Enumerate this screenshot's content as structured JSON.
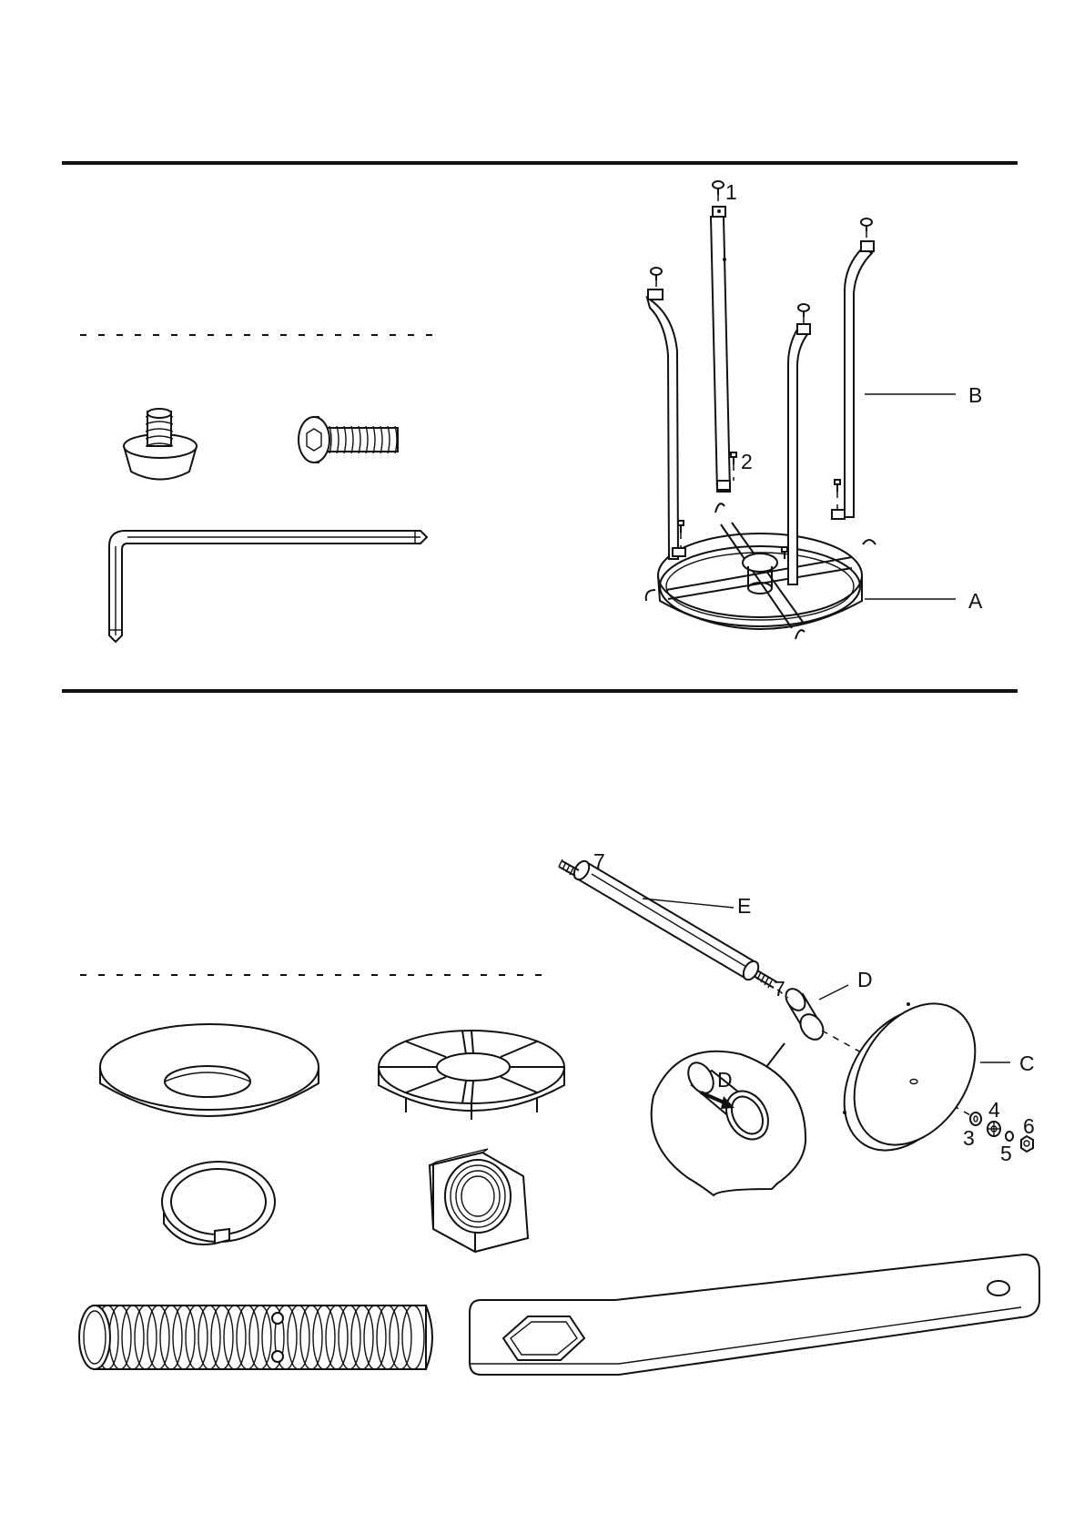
{
  "step1": {
    "callouts": {
      "screw_top": "1",
      "screw_bottom": "2",
      "leg": "B",
      "ring": "A"
    },
    "hardware": [
      "rubber-foot",
      "hex-socket-screw",
      "allen-key"
    ]
  },
  "step2": {
    "callouts": {
      "rod": "E",
      "stud_top": "7",
      "stud_bottom": "7",
      "sleeve": "D",
      "sleeve_detail": "D",
      "disc": "C",
      "washer": "3",
      "lock_washer": "4",
      "spring_washer": "5",
      "nut": "6"
    },
    "hardware": [
      "flat-washer",
      "star-lock-washer",
      "split-ring-washer",
      "hex-nut",
      "threaded-rod",
      "hex-wrench"
    ]
  },
  "colors": {
    "ink": "#111111",
    "paper": "#ffffff"
  }
}
